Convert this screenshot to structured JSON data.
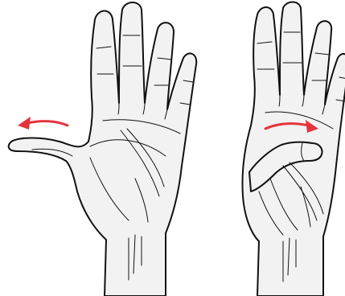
{
  "colors": {
    "skin": "#f2f2f2",
    "ink": "#111111",
    "arrow": "#e2353d",
    "background": "#ffffff"
  },
  "figure": {
    "panels": [
      {
        "name": "thumb-abduction",
        "arrow_direction": "left"
      },
      {
        "name": "thumb-opposition",
        "arrow_direction": "right"
      }
    ]
  }
}
